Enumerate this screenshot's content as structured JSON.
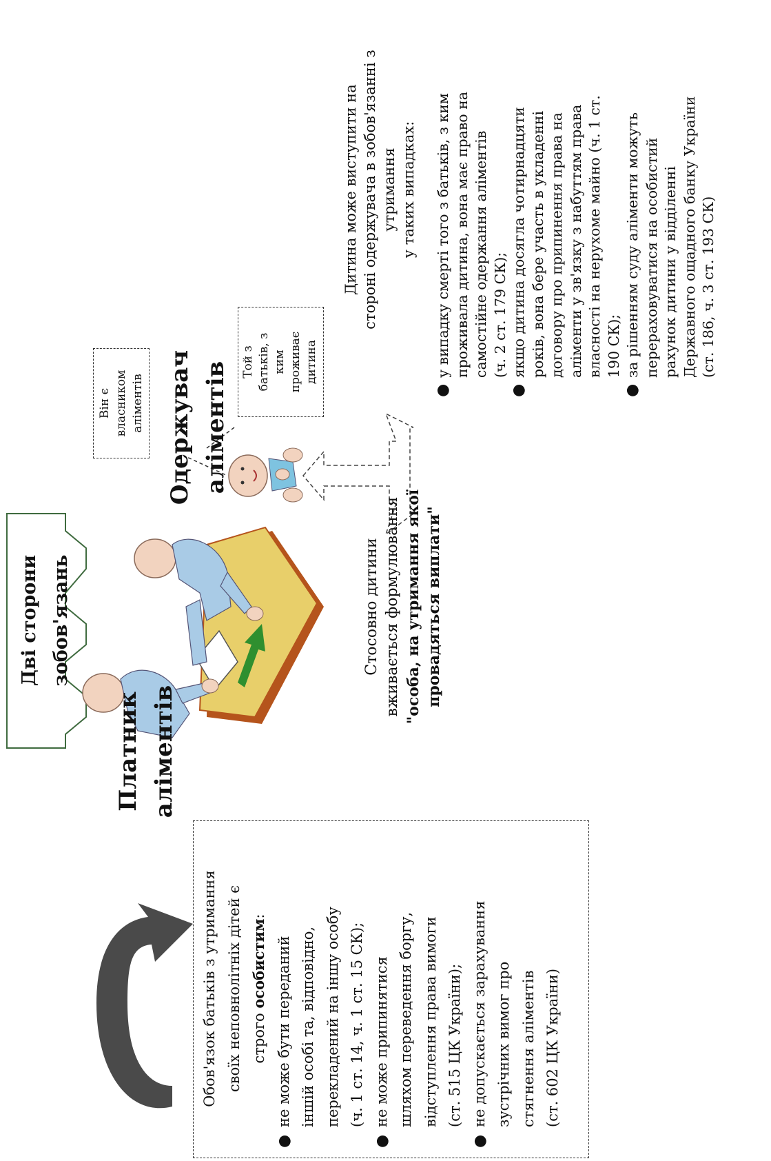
{
  "title": {
    "line1": "Дві сторони",
    "line2": "зобов'язань"
  },
  "payer": {
    "line1": "Платник",
    "line2": "аліментів"
  },
  "recipient": {
    "line1": "Одержувач",
    "line2": "аліментів"
  },
  "callout_owner": {
    "line1": "Він є",
    "line2": "власником",
    "line3": "аліментів"
  },
  "callout_parent": {
    "line1": "Той з",
    "line2": "батьків, з",
    "line3": "ким",
    "line4": "проживає",
    "line5": "дитина"
  },
  "obligation_box": {
    "intro_line1": "Обов'язок батьків з утримання",
    "intro_line2": "своїх неповнолітніх дітей є",
    "intro_line3_prefix": "строго ",
    "intro_line3_bold": "особистим",
    "intro_line3_suffix": ":",
    "items": [
      {
        "lines": [
          "не може бути переданий",
          "іншій особі та, відповідно,",
          "перекладений на іншу особу",
          "(ч. 1 ст. 14, ч. 1 ст. 15 СК);"
        ]
      },
      {
        "lines": [
          "не може припинятися",
          "шляхом переведення боргу,",
          "відступлення права вимоги",
          "(ст. 515 ЦК України);"
        ]
      },
      {
        "lines": [
          "не допускається зарахування",
          "зустрічних вимог про",
          "стягнення аліментів",
          "(ст. 602 ЦК України)"
        ]
      }
    ]
  },
  "child_note": {
    "line1": "Стосовно дитини",
    "line2": "вживається формулювання",
    "line3_bold": "\"особа, на утримання якої",
    "line4_bold": "провадяться виплати\""
  },
  "child_cases": {
    "heading_line1": "Дитина може виступити на",
    "heading_line2": "стороні одержувача в зобов'язанні з",
    "heading_line3": "утримання",
    "heading_line4": "у таких випадках:",
    "items": [
      {
        "lines": [
          "у випадку смерті того з батьків, з ким",
          "проживала дитина, вона має право на",
          "самостійне одержання аліментів",
          "(ч. 2 ст. 179 СК);"
        ]
      },
      {
        "lines": [
          "якщо дитина досягла чотирнадцяти",
          "років, вона бере участь в укладенні",
          "договору про припинення права на",
          "аліменти у зв'язку з набуттям права",
          "власності на нерухоме майно (ч. 1 ст.",
          "190 СК);"
        ]
      },
      {
        "lines": [
          "за рішенням суду аліменти можуть",
          "перераховуватися на особистий",
          "рахунок дитини у відділенні",
          "Державного ощадного банку України",
          "(ст. 186, ч. 3 ст. 193 СК)"
        ]
      }
    ]
  },
  "colors": {
    "frame_green": "#3f6b3f",
    "curved_arrow": "#4a4a4a",
    "desk_top": "#e8cf6a",
    "desk_edge": "#b5541c",
    "arrow_green": "#2f8f2f",
    "person_blue": "#a9cbe6",
    "skin": "#f2d3bf"
  }
}
